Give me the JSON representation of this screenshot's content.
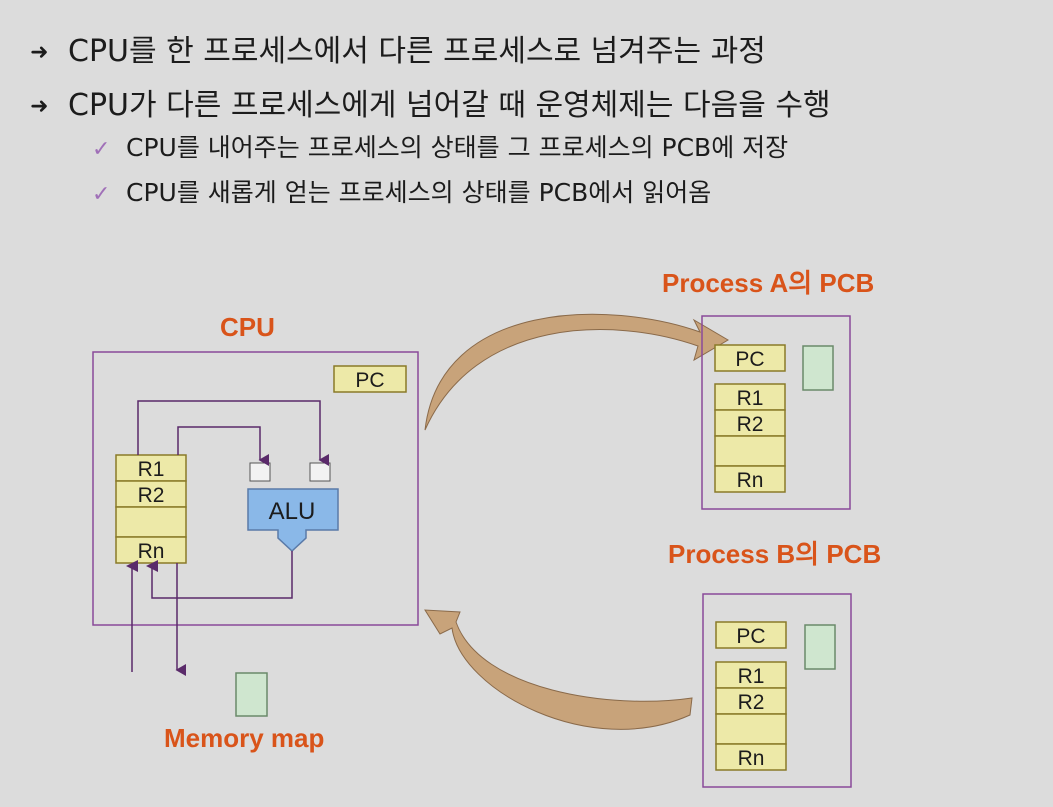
{
  "bullets": [
    {
      "text": "CPU를 한 프로세스에서 다른 프로세스로 넘겨주는 과정",
      "icon": "arrow-bullet-icon"
    },
    {
      "text": "CPU가 다른 프로세스에게 넘어갈 때 운영체제는 다음을 수행",
      "icon": "arrow-bullet-icon"
    }
  ],
  "sub_bullets": [
    {
      "text": "CPU를 내어주는 프로세스의 상태를 그 프로세스의 PCB에 저장",
      "icon": "checkmark-icon"
    },
    {
      "text": "CPU를 새롭게 얻는 프로세스의 상태를 PCB에서 읽어옴",
      "icon": "checkmark-icon"
    }
  ],
  "diagram": {
    "cpu_label": "CPU",
    "pc": "PC",
    "alu": "ALU",
    "registers": [
      "R1",
      "R2",
      "",
      "Rn"
    ],
    "memory_label": "Memory map",
    "pcb_a": {
      "title": "Process A의 PCB",
      "pc": "PC",
      "registers": [
        "R1",
        "R2",
        "",
        "Rn"
      ]
    },
    "pcb_b": {
      "title": "Process B의 PCB",
      "pc": "PC",
      "registers": [
        "R1",
        "R2",
        "",
        "Rn"
      ]
    }
  },
  "colors": {
    "title_orange": "#d9541a",
    "register_fill": "#ede9a8",
    "register_stroke": "#8a7a28",
    "box_stroke": "#8a4a9a",
    "alu_fill": "#8ab8e8",
    "memory_fill": "#cfe6cf",
    "transfer_arrow": "#c8a37a"
  }
}
